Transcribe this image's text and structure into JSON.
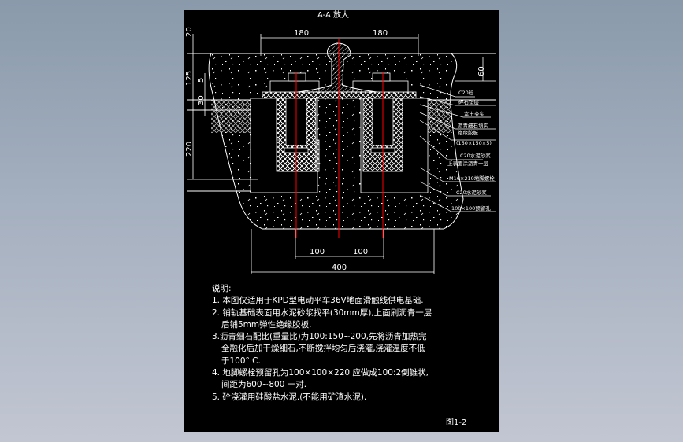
{
  "drawing": {
    "title": "A-A 放大",
    "figure_number": "图1-2",
    "colors": {
      "background_top": "#8a9aab",
      "background_bottom": "#c2c6d2",
      "canvas": "#000000",
      "lines": "#ffffff",
      "centerline": "#ff0000"
    },
    "dimensions": {
      "top_left": "180",
      "top_right": "180",
      "left_20": "20",
      "left_125": "125",
      "left_5": "5",
      "left_30": "30",
      "left_220": "220",
      "right_60": "60",
      "bottom_left": "100",
      "bottom_right": "100",
      "bottom_total": "400"
    },
    "callouts": [
      "C20砼",
      "碎石垫层",
      "素土夯实",
      "沥青细石填实",
      "绝缘胶板",
      "(150×150×5)",
      "C20水泥砂浆",
      "上表面涂沥青一层",
      "M16×210地脚螺栓",
      "C20水泥砂浆",
      "100×100预留孔"
    ]
  },
  "notes": {
    "heading": "说明:",
    "items": [
      {
        "text": "1. 本图仅适用于KPD型电动平车36V地面滑触线供电基础.",
        "indent": false
      },
      {
        "text": "2. 铺轨基础表面用水泥砂浆找平(30mm厚),上面刷沥青一层",
        "indent": false
      },
      {
        "text": "后铺5mm弹性绝缘胶板.",
        "indent": true
      },
      {
        "text": "3.沥青细石配比(重量比)为100:150~200,先将沥青加热完",
        "indent": false
      },
      {
        "text": "全融化后加干燥细石,不断搅拌均匀后浇灌,浇灌温度不低",
        "indent": true
      },
      {
        "text": "于100° C.",
        "indent": true
      },
      {
        "text": "4. 地脚螺栓预留孔为100×100×220 应做成100:2倒锥状,",
        "indent": false
      },
      {
        "text": "间距为600~800 一对.",
        "indent": true
      },
      {
        "text": "5. 砼浇灌用硅酸盐水泥.(不能用矿渣水泥).",
        "indent": false
      }
    ]
  }
}
